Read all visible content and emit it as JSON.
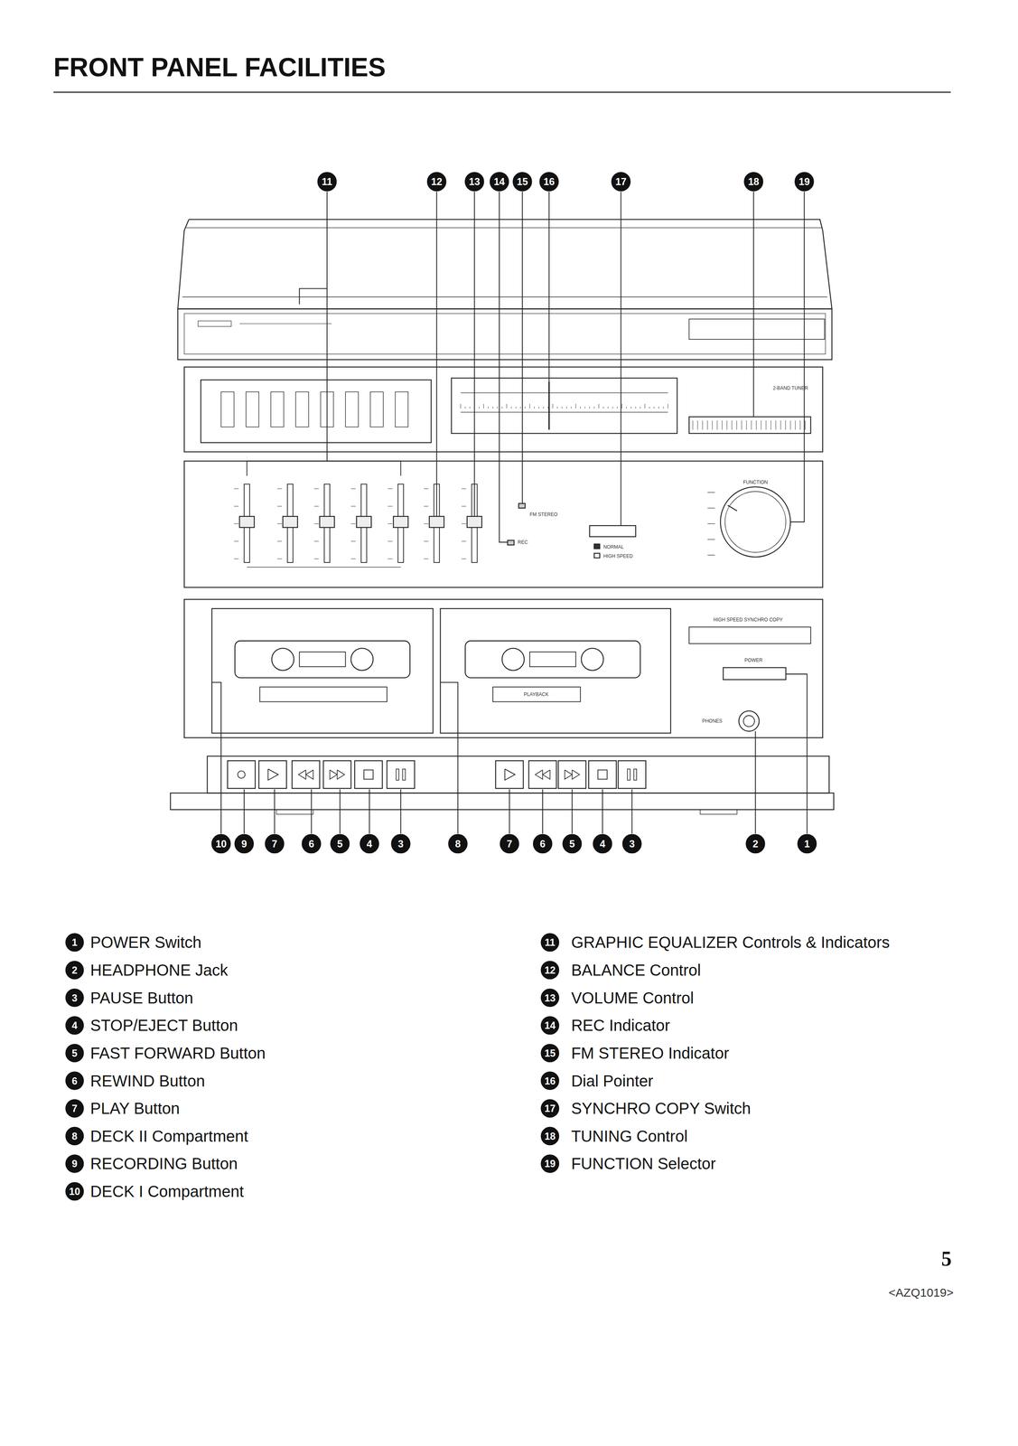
{
  "diagram": {
    "title": "FRONT PANEL FACILITIES",
    "labels": [
      "11",
      "12",
      "13",
      "14",
      "15",
      "16",
      "17",
      "18",
      "19",
      "10",
      "9",
      "7",
      "6",
      "5",
      "4",
      "3",
      "8",
      "7",
      "6",
      "5",
      "4",
      "3",
      "2",
      "1",
      "1",
      "POWER Switch",
      "2",
      "HEADPHONE Jack",
      "3",
      "PAUSE Button",
      "4",
      "STOP/EJECT Button",
      "5",
      "FAST FORWARD Button",
      "6",
      "REWIND Button",
      "7",
      "PLAY Button",
      "8",
      "DECK II Compartment",
      "9",
      "RECORDING Button",
      "10",
      "DECK I Compartment",
      "11",
      "GRAPHIC EQUALIZER Controls & Indicators",
      "12",
      "BALANCE Control",
      "13",
      "VOLUME Control",
      "14",
      "REC Indicator",
      "15",
      "FM STEREO Indicator",
      "16",
      "Dial Pointer",
      "17",
      "SYNCHRO COPY Switch",
      "18",
      "TUNING Control",
      "19",
      "FUNCTION Selector",
      "5",
      "<AZQ1019>",
      "2-BAND TUNER",
      "FM STEREO",
      "REC",
      "NORMAL",
      "HIGH SPEED",
      "HIGH SPEED SYNCHRO COPY",
      "POWER",
      "PHONES",
      "PLAYBACK",
      "FUNCTION"
    ]
  }
}
